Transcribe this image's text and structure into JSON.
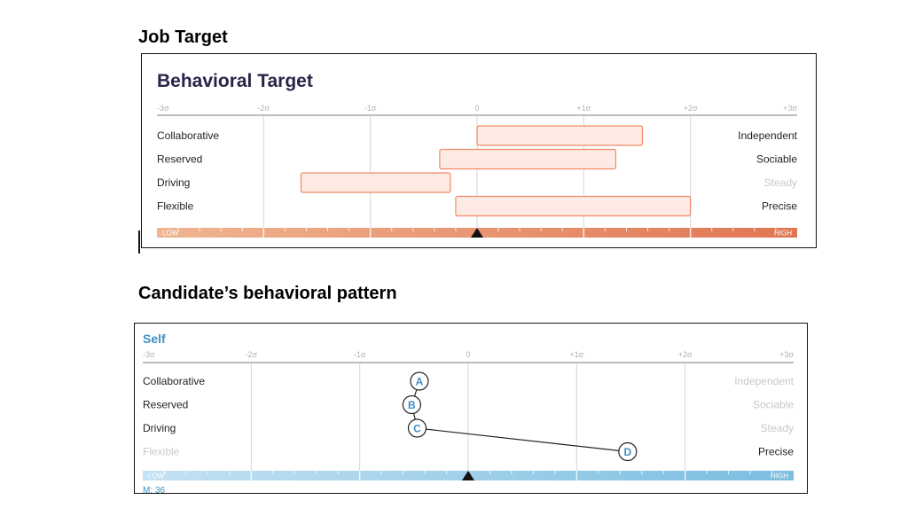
{
  "headings": {
    "job_target": "Job Target",
    "candidate": "Candidate’s behavioral pattern"
  },
  "chart_data": [
    {
      "type": "bar",
      "title": "Behavioral Target",
      "x_ticks": [
        "-3σ",
        "-2σ",
        "-1σ",
        "0",
        "+1σ",
        "+2σ",
        "+3σ"
      ],
      "xlim": [
        -3,
        3
      ],
      "grid": true,
      "rows": [
        {
          "left": "Collaborative",
          "right": "Independent",
          "range": [
            0.0,
            1.55
          ],
          "left_active": true,
          "right_active": true
        },
        {
          "left": "Reserved",
          "right": "Sociable",
          "range": [
            -0.35,
            1.3
          ],
          "left_active": true,
          "right_active": true
        },
        {
          "left": "Driving",
          "right": "Steady",
          "range": [
            -1.65,
            -0.25
          ],
          "left_active": true,
          "right_active": false
        },
        {
          "left": "Flexible",
          "right": "Precise",
          "range": [
            -0.2,
            2.0
          ],
          "left_active": true,
          "right_active": true
        }
      ],
      "scale": {
        "low": "LOW",
        "high": "HIGH",
        "marker": 0,
        "color_start": "#f0b592",
        "color_end": "#e07652"
      },
      "colors": {
        "bar_fill": "#fdeae3",
        "bar_stroke": "#f08a66",
        "title": "#2b2348"
      }
    },
    {
      "type": "scatter",
      "title": "Self",
      "x_ticks": [
        "-3σ",
        "-2σ",
        "-1σ",
        "0",
        "+1σ",
        "+2σ",
        "+3σ"
      ],
      "xlim": [
        -3,
        3
      ],
      "grid": true,
      "rows": [
        {
          "left": "Collaborative",
          "right": "Independent",
          "left_active": true,
          "right_active": false
        },
        {
          "left": "Reserved",
          "right": "Sociable",
          "left_active": true,
          "right_active": false
        },
        {
          "left": "Driving",
          "right": "Steady",
          "left_active": true,
          "right_active": false
        },
        {
          "left": "Flexible",
          "right": "Precise",
          "left_active": false,
          "right_active": true
        }
      ],
      "points": [
        {
          "label": "A",
          "x": -0.45
        },
        {
          "label": "B",
          "x": -0.52
        },
        {
          "label": "C",
          "x": -0.47
        },
        {
          "label": "D",
          "x": 1.47
        }
      ],
      "scale": {
        "low": "LOW",
        "high": "HIGH",
        "marker": 0,
        "color_start": "#c4e2f3",
        "color_end": "#7bbde0"
      },
      "footer": "M: 36",
      "colors": {
        "title": "#3d8fc6",
        "point": "#3d8fc6"
      }
    }
  ]
}
